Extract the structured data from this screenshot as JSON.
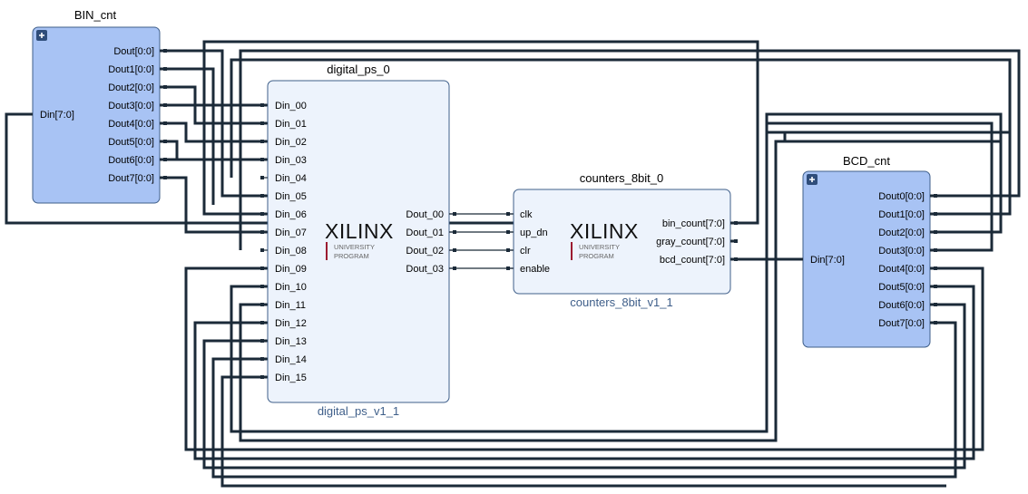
{
  "blocks": {
    "bin": {
      "title": "BIN_cnt",
      "input": "Din[7:0]",
      "outputs": [
        "Dout[0:0]",
        "Dout1[0:0]",
        "Dout2[0:0]",
        "Dout3[0:0]",
        "Dout4[0:0]",
        "Dout5[0:0]",
        "Dout6[0:0]",
        "Dout7[0:0]"
      ]
    },
    "digital_ps": {
      "title": "digital_ps_0",
      "subtitle": "digital_ps_v1_1",
      "inputs": [
        "Din_00",
        "Din_01",
        "Din_02",
        "Din_03",
        "Din_04",
        "Din_05",
        "Din_06",
        "Din_07",
        "Din_08",
        "Din_09",
        "Din_10",
        "Din_11",
        "Din_12",
        "Din_13",
        "Din_14",
        "Din_15"
      ],
      "outputs": [
        "Dout_00",
        "Dout_01",
        "Dout_02",
        "Dout_03"
      ],
      "logo": {
        "brand": "XILINX",
        "line1": "UNIVERSITY",
        "line2": "PROGRAM"
      }
    },
    "counters": {
      "title": "counters_8bit_0",
      "subtitle": "counters_8bit_v1_1",
      "inputs": [
        "clk",
        "up_dn",
        "clr",
        "enable"
      ],
      "outputs": [
        "bin_count[7:0]",
        "gray_count[7:0]",
        "bcd_count[7:0]"
      ],
      "logo": {
        "brand": "XILINX",
        "line1": "UNIVERSITY",
        "line2": "PROGRAM"
      }
    },
    "bcd": {
      "title": "BCD_cnt",
      "input": "Din[7:0]",
      "outputs": [
        "Dout0[0:0]",
        "Dout1[0:0]",
        "Dout2[0:0]",
        "Dout3[0:0]",
        "Dout4[0:0]",
        "Dout5[0:0]",
        "Dout6[0:0]",
        "Dout7[0:0]"
      ]
    }
  },
  "colors": {
    "slice_fill": "#a8c3f4",
    "ip_fill": "#edf3fc",
    "border": "#3f5f8a",
    "wire": "#1b2a38",
    "logo_bar": "#9b1b30"
  },
  "icons": {
    "expand": "plus-icon"
  }
}
